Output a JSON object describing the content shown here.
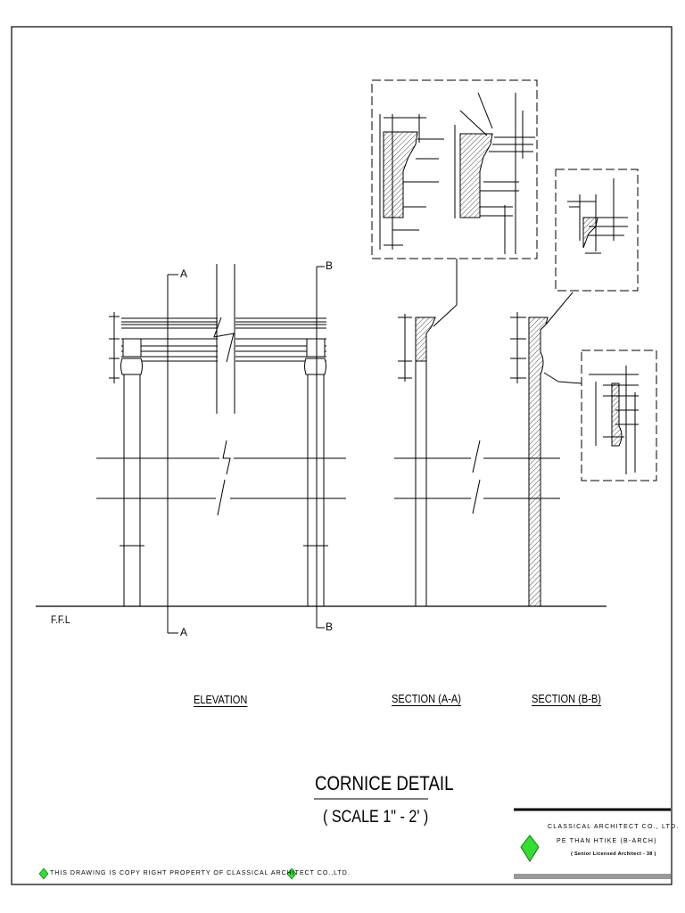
{
  "drawing": {
    "section_marks": {
      "a": "A",
      "b": "B"
    },
    "level_label": "F.F.L",
    "views": {
      "elevation": "ELEVATION",
      "section_a": "SECTION (A-A)",
      "section_b": "SECTION (B-B)"
    },
    "title": "CORNICE DETAIL",
    "scale": "( SCALE 1\" - 2' )"
  },
  "title_block": {
    "company": "CLASSICAL ARCHITECT CO., LTD.",
    "architect": "PE THAN HTIKE (B-ARCH)",
    "license": "( Senior Licensed Architect - 38 )"
  },
  "copyright": "THIS DRAWING IS COPY RIGHT PROPERTY OF CLASSICAL ARCHITECT CO.,LTD.",
  "colors": {
    "logo_green": "#33dd33",
    "ink": "#000000",
    "rule_gray": "#888888"
  }
}
